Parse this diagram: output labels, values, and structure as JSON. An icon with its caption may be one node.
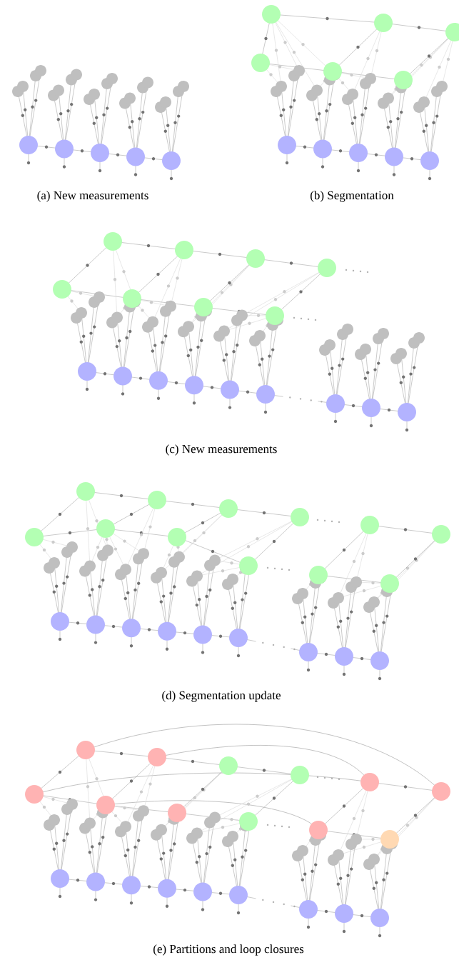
{
  "diagram": {
    "labels": [
      "(a) New measurements",
      "(b) Segmentation",
      "(c) New measurements",
      "(d) Segmentation update",
      "(e) Partitions and loop closures"
    ]
  }
}
